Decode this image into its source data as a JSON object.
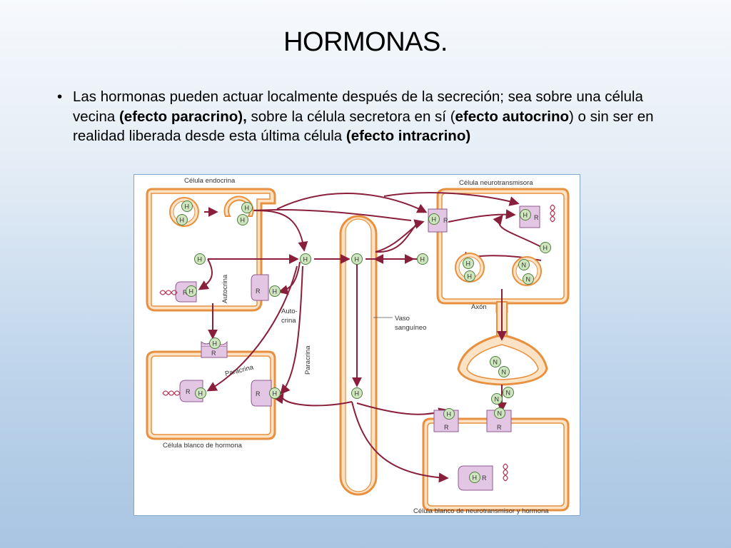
{
  "slide": {
    "title": "HORMONAS.",
    "bullet": {
      "marker": "•",
      "runs": [
        {
          "text": "Las hormonas pueden actuar localmente después de la secreción; sea sobre una célula vecina ",
          "bold": false
        },
        {
          "text": "(efecto paracrino),",
          "bold": true
        },
        {
          "text": " sobre la célula secretora en sí (",
          "bold": false
        },
        {
          "text": "efecto autocrino",
          "bold": true
        },
        {
          "text": ") o sin ser en realidad liberada desde esta última célula ",
          "bold": false
        },
        {
          "text": "(efecto intracrino)",
          "bold": true
        }
      ]
    }
  },
  "diagram": {
    "labels": {
      "endocrine_cell": "Célula endocrina",
      "neurotransmitter_cell": "Célula neurotransmisora",
      "target_cell_hormone": "Célula blanco de hormona",
      "target_cell_neuro_hormone": "Célula blanco de neurotransmisor y hormona",
      "autocrine_vertical": "Autocrina",
      "autocrine_split_1": "Auto-",
      "autocrine_split_2": "crina",
      "paracrine_slanted": "Paracrina",
      "paracrine_vertical": "Paracrina",
      "vessel_1": "Vaso",
      "vessel_2": "sanguíneo",
      "axon": "Axón"
    },
    "symbols": {
      "hormone": "H",
      "receptor": "R",
      "neurotransmitter": "N"
    },
    "colors": {
      "cell_fill": "#fde3c6",
      "cell_stroke": "#e8903f",
      "arrow": "#8a1f3b",
      "receptor_fill": "#e3c6e3",
      "receptor_stroke": "#8e5a8e",
      "molecule_fill": "#cfe5c0",
      "molecule_stroke": "#4e7d3c",
      "dna": "#b03a5a"
    }
  }
}
